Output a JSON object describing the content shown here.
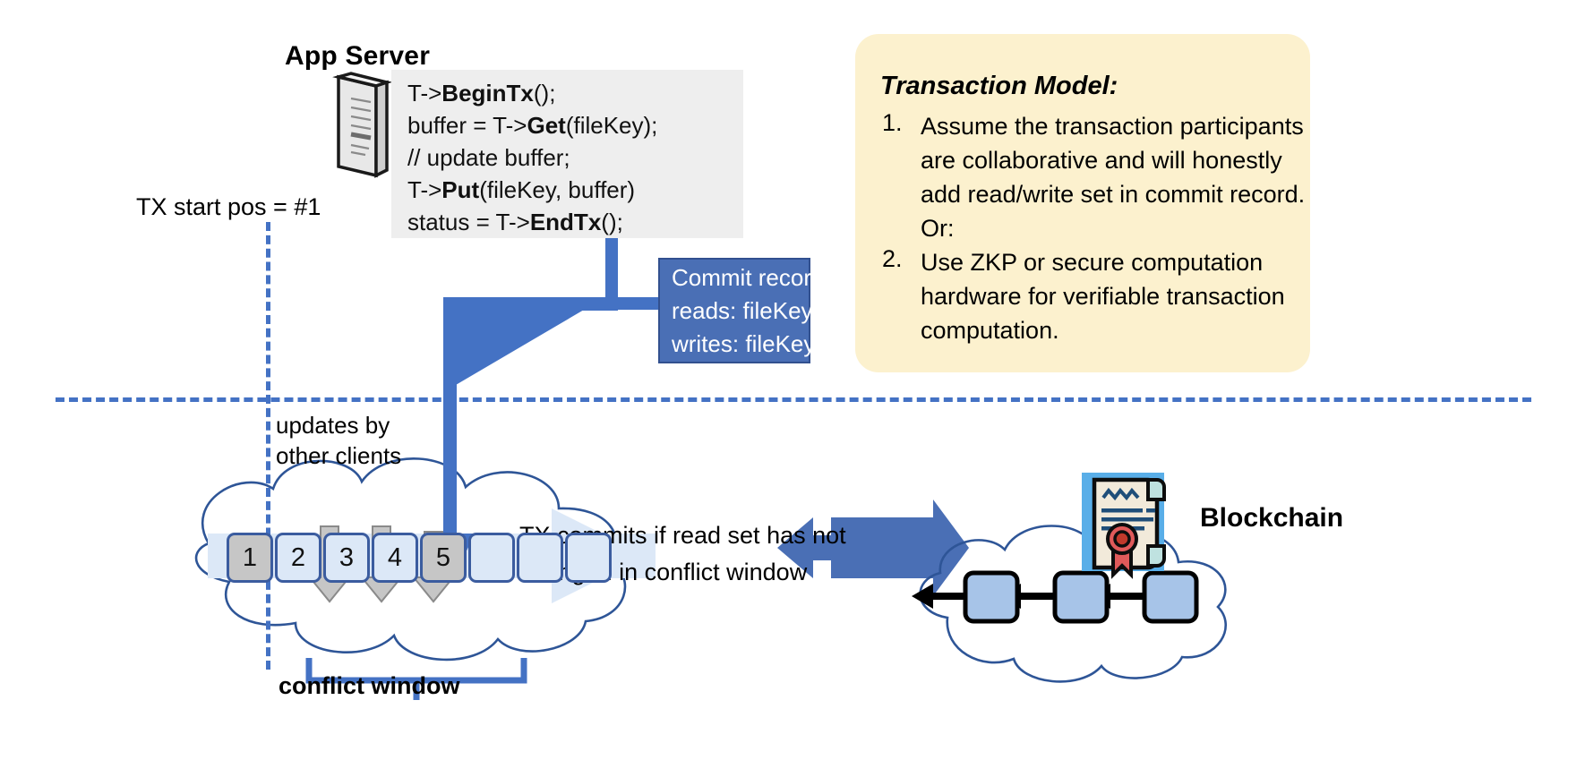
{
  "diagram": {
    "app_server": {
      "title": "App Server",
      "icon": "server-tower-icon"
    },
    "code": {
      "lines": [
        {
          "pre": "T->",
          "bold": "BeginTx",
          "post": "();"
        },
        {
          "pre": "buffer = T->",
          "bold": "Get",
          "post": "(fileKey);"
        },
        {
          "pre": "// update buffer;",
          "bold": "",
          "post": ""
        },
        {
          "pre": "T->",
          "bold": "Put",
          "post": "(fileKey, buffer)"
        },
        {
          "pre": "status = T->",
          "bold": "EndTx",
          "post": "();"
        }
      ]
    },
    "commit_record": {
      "text": "Commit record:\nreads: fileKey\nwrites: fileKey",
      "fill": "#4A6FB5"
    },
    "tx_start": {
      "label": "TX start pos = #1"
    },
    "updates": {
      "label": "updates by\nother clients"
    },
    "commits_note": {
      "label": "TX commits if read set has not\nchanged in conflict window"
    },
    "conflict_window": {
      "label": "conflict window"
    },
    "blockchain": {
      "label": "Blockchain",
      "icon": "certificate-icon",
      "block_count": 3
    },
    "log": {
      "blocks": [
        {
          "label": "1",
          "state": "committed"
        },
        {
          "label": "2",
          "state": "update"
        },
        {
          "label": "3",
          "state": "update"
        },
        {
          "label": "4",
          "state": "update"
        },
        {
          "label": "5",
          "state": "committed"
        },
        {
          "label": "",
          "state": "empty"
        },
        {
          "label": "",
          "state": "empty"
        },
        {
          "label": "",
          "state": "empty"
        }
      ]
    },
    "transaction_model": {
      "title": "Transaction Model:",
      "items": [
        {
          "num": "1.",
          "text": "Assume the transaction participants are collaborative and will honestly add read/write set in commit record.  Or:"
        },
        {
          "num": "2.",
          "text": "Use ZKP or secure computation hardware for verifiable transaction computation."
        }
      ],
      "fill": "#FCF1CE"
    },
    "colors": {
      "accent_blue": "#4472C4",
      "dark_blue": "#3B5C9F",
      "block_fill": "#DCE8F7",
      "gray_fill": "#C6C6C6",
      "cloud_stroke": "#2E5597",
      "panel_cream": "#FCF1CE",
      "code_bg": "#EEEEEE"
    }
  }
}
